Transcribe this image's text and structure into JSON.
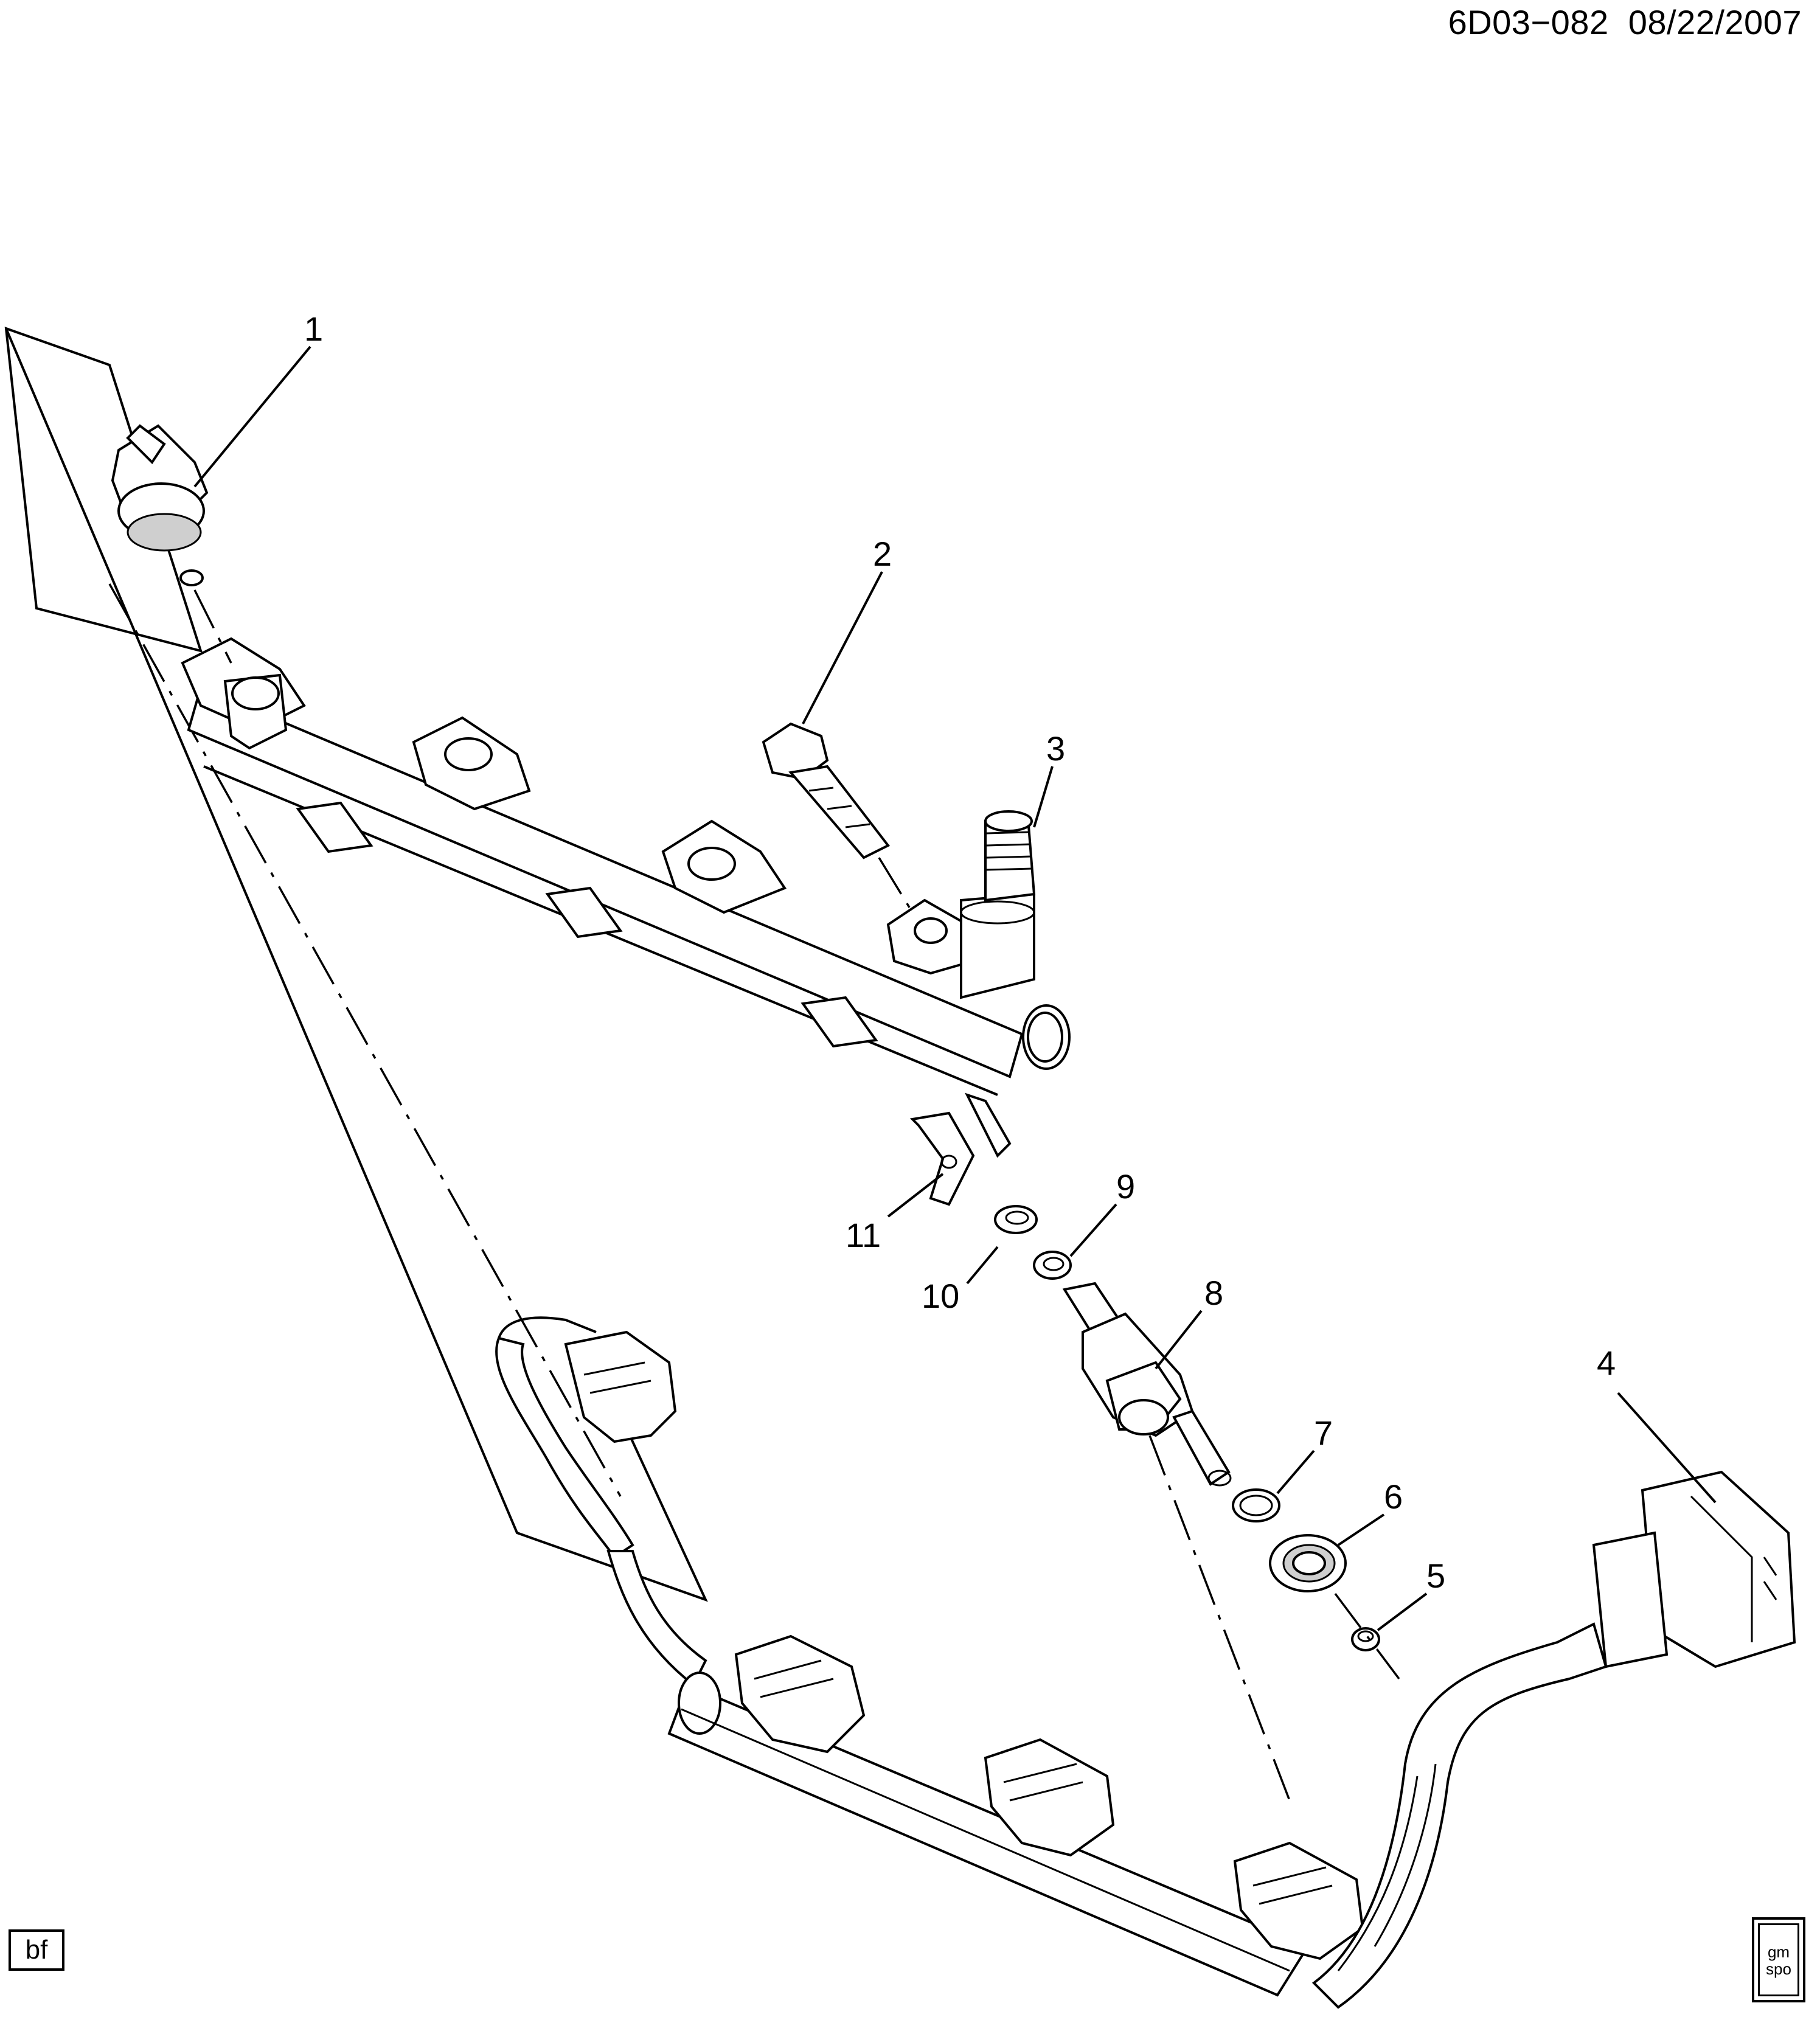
{
  "header": {
    "doc_id": "6D03−082",
    "date": "08/22/2007"
  },
  "callouts": [
    "1",
    "2",
    "3",
    "4",
    "5",
    "6",
    "7",
    "8",
    "9",
    "10",
    "11"
  ],
  "footer": {
    "left_box": "bf",
    "logo_top": "gm",
    "logo_bottom": "spo"
  }
}
